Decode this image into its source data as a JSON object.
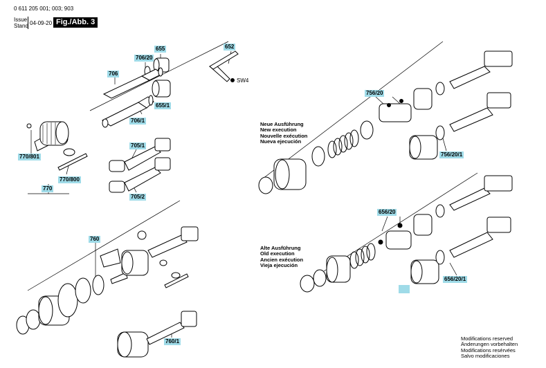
{
  "header": {
    "part_numbers": "0 611 205 001; 003; 903",
    "issue_label_1": "Issue",
    "issue_label_2": "Stand",
    "date": "04-09-20",
    "figure": "Fig./Abb. 3"
  },
  "labels": {
    "l655": "655",
    "l706_20": "706/20",
    "l706": "706",
    "l655_1": "655/1",
    "l706_1": "706/1",
    "l770_801": "770/801",
    "l770_800": "770/800",
    "l770": "770",
    "l705_1": "705/1",
    "l705_2": "705/2",
    "l760": "760",
    "l760_1": "760/1",
    "l652": "652",
    "sw4": "SW4",
    "l756_20": "756/20",
    "l756_20_1": "756/20/1",
    "l656_20": "656/20",
    "l656_20_1": "656/20/1"
  },
  "new_execution": [
    "Neue Ausführung",
    "New execution",
    "Nouvelle exécution",
    "Nueva ejecución"
  ],
  "old_execution": [
    "Alte Ausführung",
    "Old execution",
    "Ancien exécution",
    "Vieja ejecución"
  ],
  "footer": [
    "Modifications reserved",
    "Änderungen vorbehalten",
    "Modifications resérvées",
    "Salvo modificaciones"
  ]
}
